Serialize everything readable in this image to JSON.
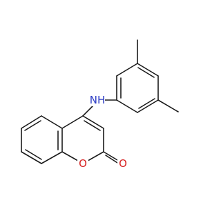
{
  "molecule": {
    "atoms": {
      "amine_nitrogen": "NH",
      "ring_oxygen": "O",
      "carbonyl_oxygen": "O"
    },
    "colors": {
      "bond": "#1a1a1a",
      "nitrogen": "#2b3bc4",
      "oxygen": "#d61f1f",
      "background": "#ffffff"
    }
  }
}
